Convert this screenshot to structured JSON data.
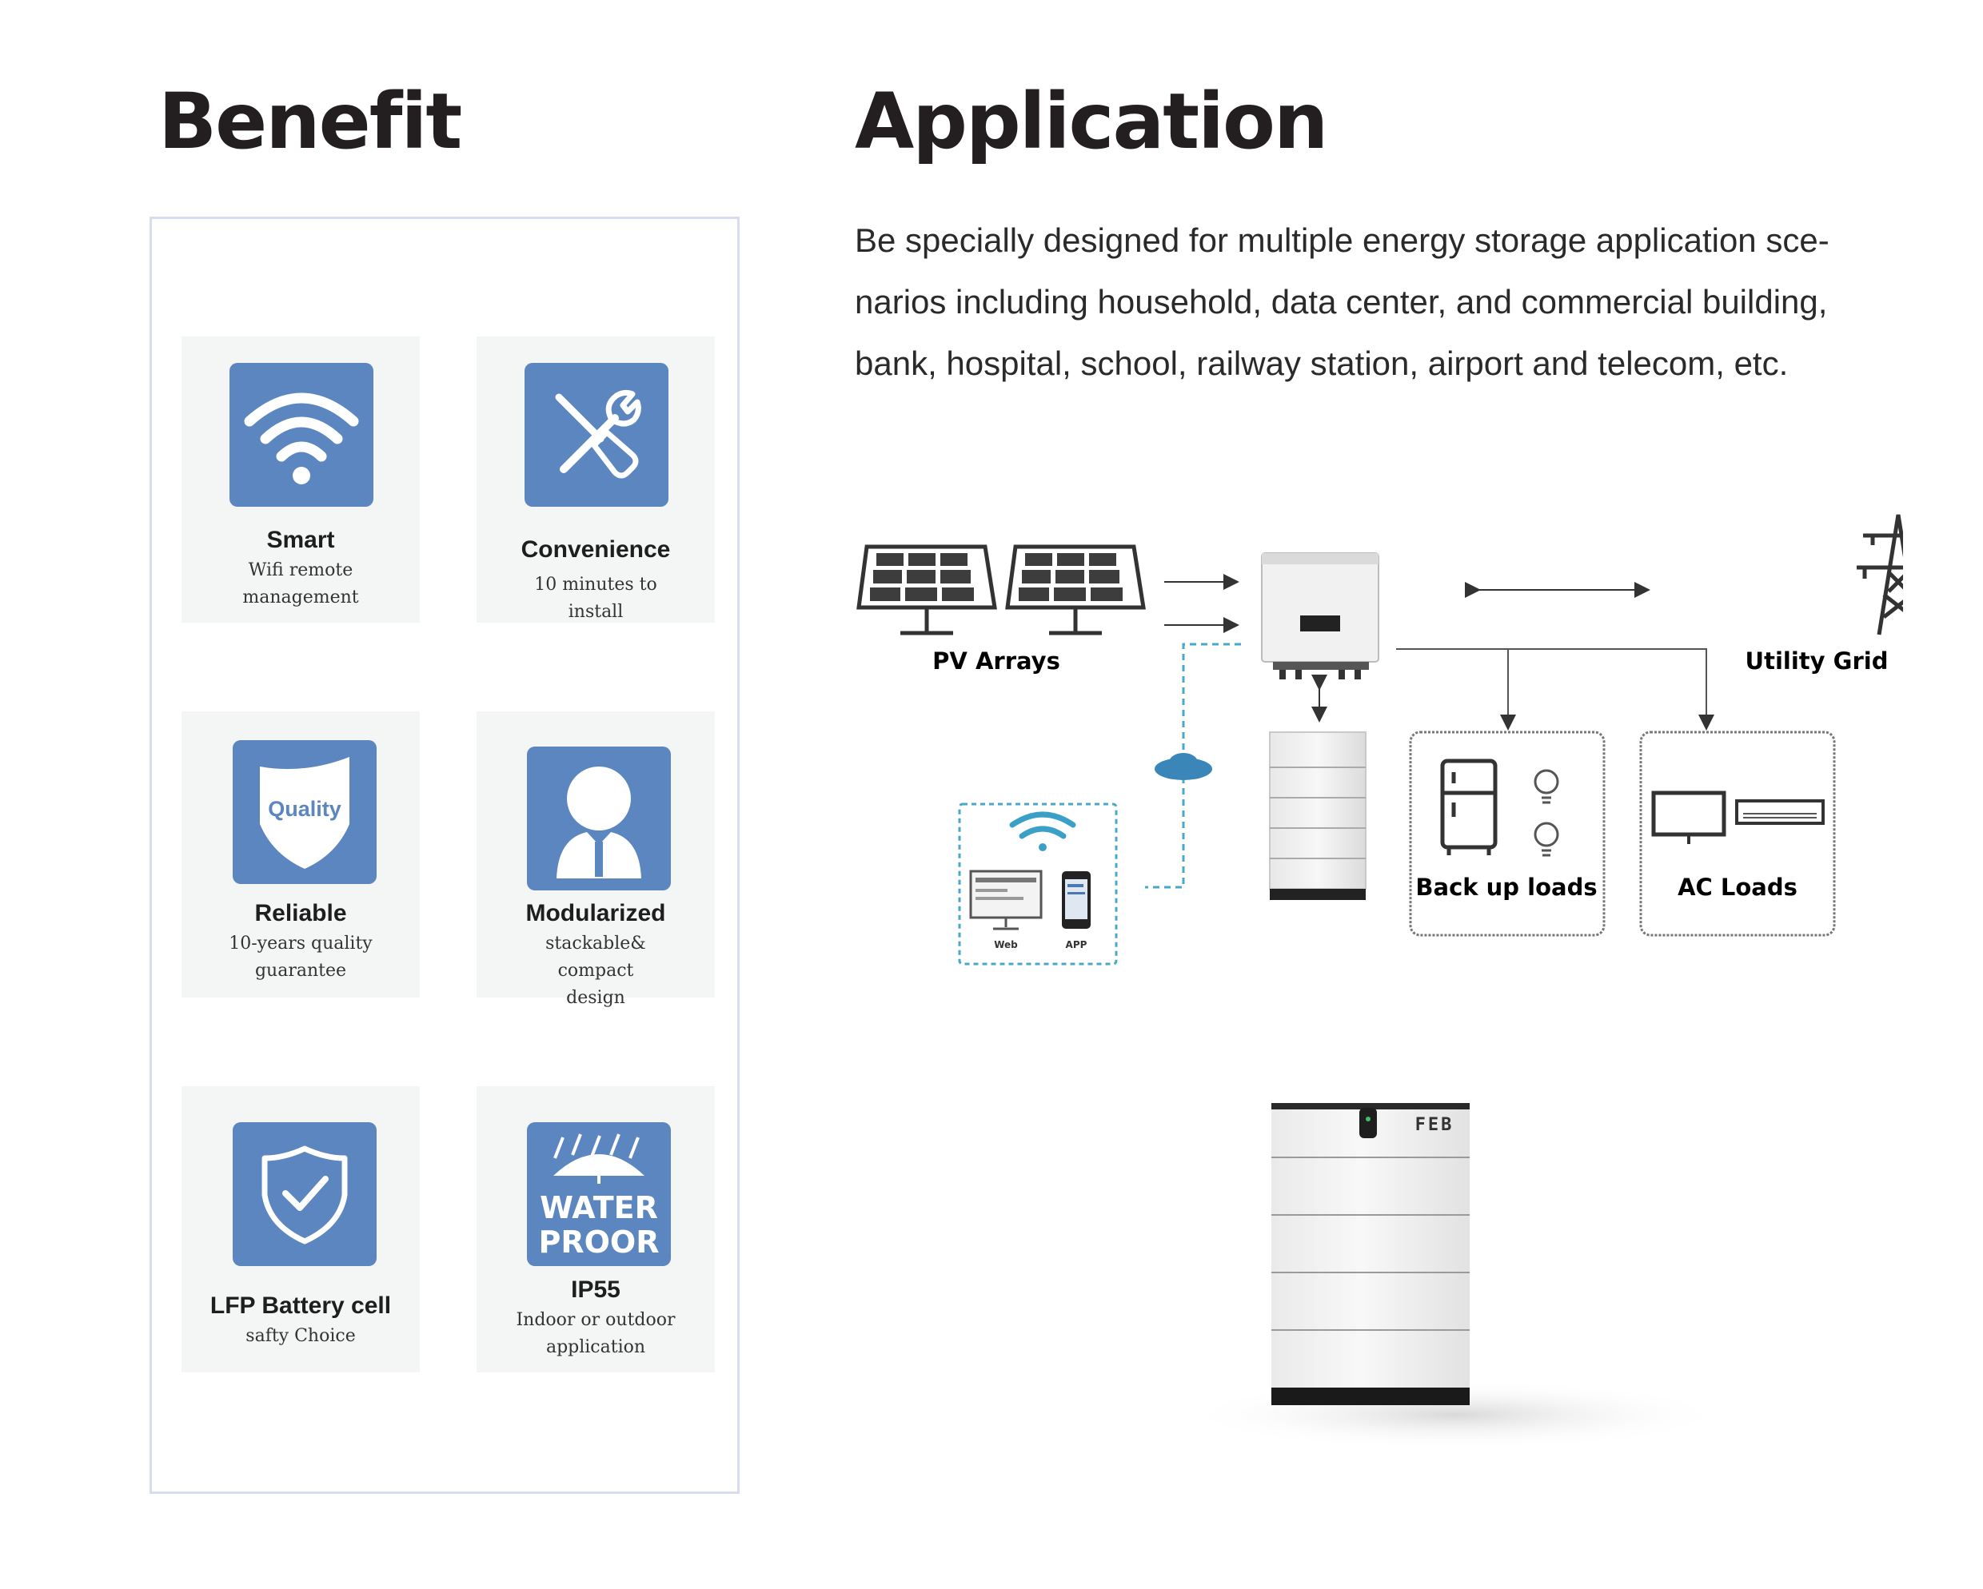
{
  "benefit": {
    "title": "Benefit",
    "cards": [
      {
        "icon": "wifi-icon",
        "title": "Smart",
        "desc_lines": [
          "Wifi remote",
          "management"
        ]
      },
      {
        "icon": "tools-icon",
        "title": "Convenience",
        "desc_lines": [
          "10 minutes to install"
        ]
      },
      {
        "icon": "quality-shield-icon",
        "icon_text": "Quality",
        "title": "Reliable",
        "desc_lines": [
          "10-years quality",
          "guarantee"
        ]
      },
      {
        "icon": "person-icon",
        "title": "Modularized",
        "desc_lines": [
          "stackable& compact",
          "design"
        ]
      },
      {
        "icon": "shield-check-icon",
        "title": "LFP Battery cell",
        "desc_lines": [
          "safty Choice"
        ]
      },
      {
        "icon": "waterproof-icon",
        "icon_text": [
          "WATER",
          "PROOR"
        ],
        "title": "IP55",
        "desc_lines": [
          "Indoor or outdoor",
          "application"
        ]
      }
    ]
  },
  "application": {
    "title": "Application",
    "paragraph_lines": [
      "Be specially designed for multiple energy storage application sce-",
      "narios including household, data center, and commercial building,",
      "bank, hospital, school, railway station, airport and telecom, etc."
    ]
  },
  "diagram": {
    "pv_label": "PV Arrays",
    "grid_label": "Utility Grid",
    "backup_label": "Back up loads",
    "ac_label": "AC Loads",
    "web_label": "Web",
    "app_label": "APP",
    "brand_mark": "FEB"
  },
  "colors": {
    "tile_blue": "#5b86c0",
    "card_bg": "#f4f5f5",
    "panel_border": "#d7dcef",
    "heading": "#231f20"
  }
}
